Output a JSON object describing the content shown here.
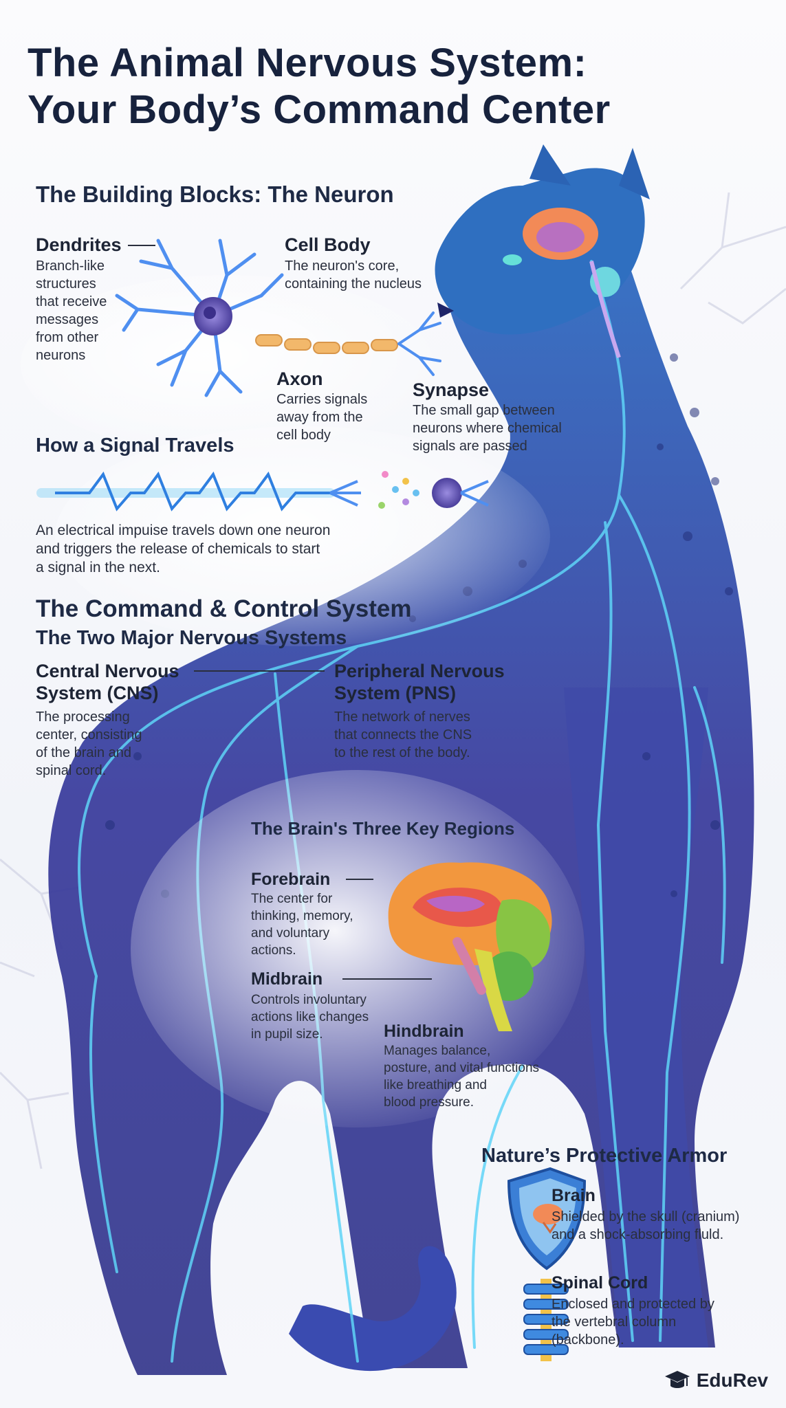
{
  "title_line1": "The Animal Nervous System:",
  "title_line2": "Your Body’s Command Center",
  "neuron": {
    "heading": "The Building Blocks: The Neuron",
    "dendrites": {
      "label": "Dendrites",
      "text": [
        "Branch-like",
        "structures",
        "that receive",
        "messages",
        "from other",
        "neurons"
      ]
    },
    "cell_body": {
      "label": "Cell Body",
      "text": [
        "The neuron's core,",
        "containing the nucleus"
      ]
    },
    "axon": {
      "label": "Axon",
      "text": [
        "Carries signals",
        "away from the",
        "cell body"
      ]
    },
    "synapse": {
      "label": "Synapse",
      "text": [
        "The small gap between",
        "neurons where chemical",
        "signals are passed"
      ]
    }
  },
  "signal": {
    "heading": "How a Signal Travels",
    "text": [
      "An electrical impuise travels down one neuron",
      "and triggers the release of chemicals to start",
      "a signal in the next."
    ]
  },
  "command": {
    "heading": "The Command & Control System",
    "subheading": "The Two Major Nervous Systems",
    "cns": {
      "label_line1": "Central Nervous",
      "label_line2": "System (CNS)",
      "text": [
        "The processing",
        "center, consisting",
        "of the brain and",
        "spinal cord."
      ]
    },
    "pns": {
      "label_line1": "Peripheral Nervous",
      "label_line2": "System (PNS)",
      "text": [
        "The network of nerves",
        "that connects the CNS",
        "to the rest of the body."
      ]
    }
  },
  "brain": {
    "heading": "The Brain's Three Key Regions",
    "forebrain": {
      "label": "Forebrain",
      "text": [
        "The center for",
        "thinking, memory,",
        "and voluntary",
        "actions."
      ]
    },
    "midbrain": {
      "label": "Midbrain",
      "text": [
        "Controls involuntary",
        "actions like changes",
        "in pupil size."
      ]
    },
    "hindbrain": {
      "label": "Hindbrain",
      "text": [
        "Manages balance,",
        "posture, and vital functions",
        "like breathing and",
        "blood pressure."
      ]
    }
  },
  "armor": {
    "heading": "Nature’s Protective Armor",
    "brain": {
      "label": "Brain",
      "text": [
        "Shielded by the skull (cranium)",
        "and a shock-absorbing fluld."
      ]
    },
    "spinal": {
      "label": "Spinal Cord",
      "text": [
        "Enclosed and protected by",
        "the vertebral column",
        "(backbone)."
      ]
    }
  },
  "brand": "EduRev",
  "icons": [
    "neuron-icon",
    "signal-wave-icon",
    "brain-icon",
    "shield-brain-icon",
    "spine-icon",
    "graduation-cap-icon"
  ],
  "colors": {
    "title": "#17223d",
    "panther": "#3b4fb0",
    "glow": "#58d0f5",
    "brain_orange": "#f08a3c"
  }
}
